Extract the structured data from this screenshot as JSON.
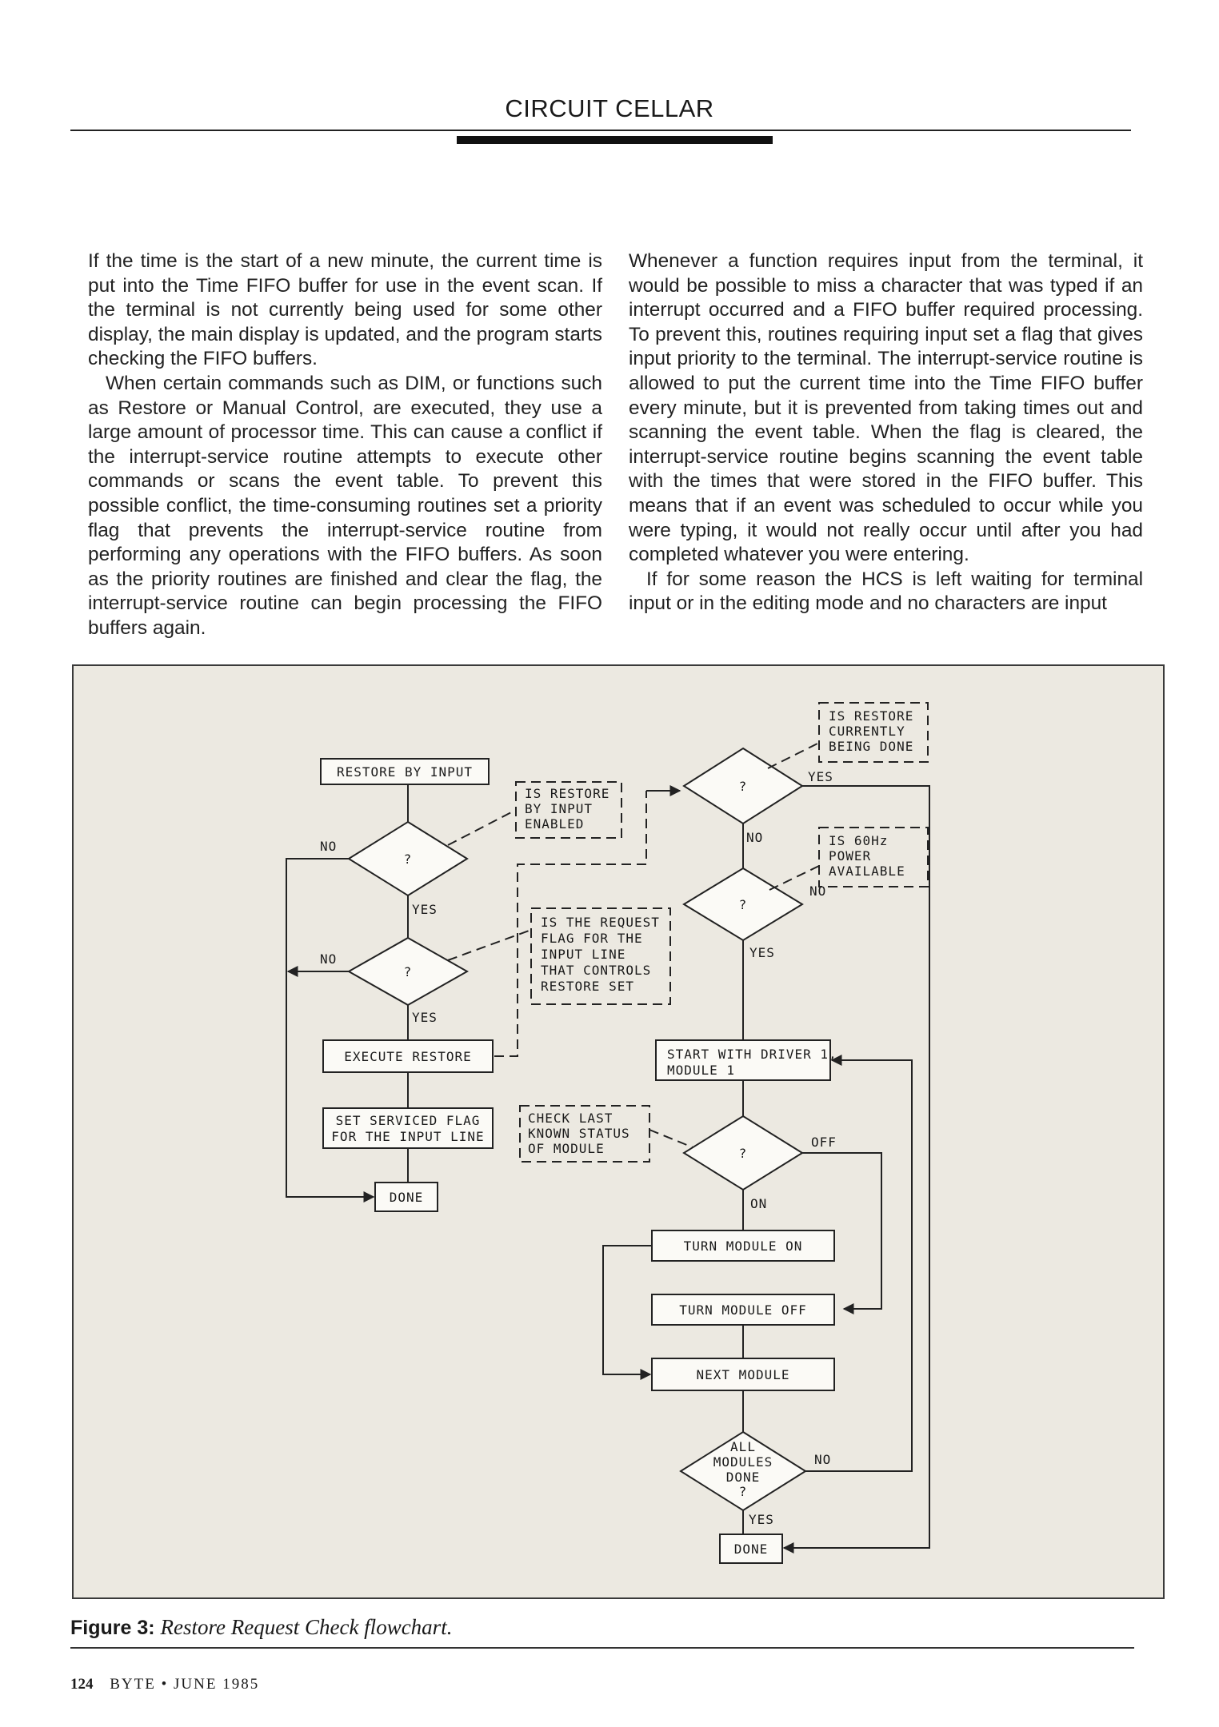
{
  "header": {
    "title": "CIRCUIT CELLAR"
  },
  "article": {
    "left_column": [
      "If the time is the start of a new minute, the current time is put into the Time FIFO buffer for use in the event scan. If the terminal is not currently being used for some other display, the main display is updated, and the program starts checking the FIFO buffers.",
      "When certain commands such as DIM, or functions such as Restore or Manual Control, are executed, they use a large amount of processor time. This can cause a conflict if the interrupt-service routine attempts to execute other commands or scans the event table. To prevent this possible conflict, the time-consuming routines set a priority flag that prevents the interrupt-service routine from performing any operations with the FIFO buffers. As soon as the priority routines are finished and clear the flag, the interrupt-service routine can begin processing the FIFO buffers again."
    ],
    "right_column": [
      "Whenever a function requires input from the terminal, it would be possible to miss a character that was typed if an interrupt occurred and a FIFO buffer required processing. To prevent this, routines requiring input set a flag that gives input priority to the terminal. The interrupt-service routine is allowed to put the current time into the Time FIFO buffer every minute, but it is prevented from taking times out and scanning the event table. When the flag is cleared, the interrupt-service routine begins scanning the event table with the times that were stored in the FIFO buffer. This means that if an event was scheduled to occur while you were typing, it would not really occur until after you had completed whatever you were entering.",
      "If for some reason the HCS is left waiting for terminal input or in the editing mode and no characters are input"
    ]
  },
  "flowchart": {
    "restore_by_input": "RESTORE BY INPUT",
    "execute_restore": "EXECUTE RESTORE",
    "set_serviced": [
      "SET SERVICED FLAG",
      "FOR THE INPUT LINE"
    ],
    "done": "DONE",
    "start_driver": [
      "START WITH DRIVER 1,",
      "MODULE 1"
    ],
    "turn_on": "TURN MODULE ON",
    "turn_off": "TURN MODULE OFF",
    "next_module": "NEXT MODULE",
    "question": "?",
    "all_modules": [
      "ALL",
      "MODULES",
      "DONE"
    ],
    "note_restore_enabled": [
      "IS RESTORE",
      "BY INPUT",
      "ENABLED"
    ],
    "note_request_flag": [
      "IS THE REQUEST",
      "FLAG FOR THE",
      "INPUT LINE",
      "THAT CONTROLS",
      "RESTORE SET"
    ],
    "note_restore_current": [
      "IS RESTORE",
      "CURRENTLY",
      "BEING DONE"
    ],
    "note_60hz": [
      "IS 60Hz",
      "POWER",
      "AVAILABLE"
    ],
    "note_check_status": [
      "CHECK LAST",
      "KNOWN STATUS",
      "OF MODULE"
    ],
    "yes": "YES",
    "no": "NO",
    "on": "ON",
    "off": "OFF"
  },
  "caption": {
    "label": "Figure 3:",
    "text": "Restore Request Check flowchart."
  },
  "footer": {
    "page": "124",
    "text": "BYTE • JUNE 1985"
  }
}
